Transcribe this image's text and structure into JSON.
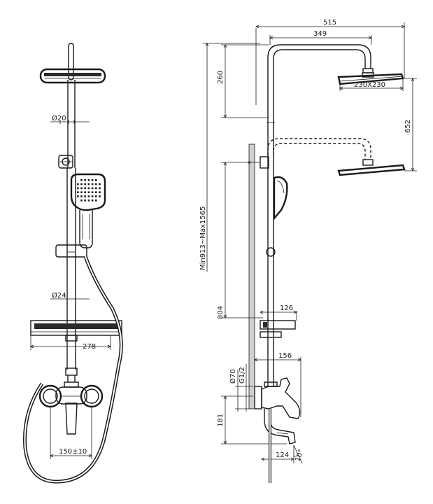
{
  "front_view": {
    "dims": {
      "top_pipe_dia": "Ø20",
      "lower_pipe_dia": "Ø24",
      "shelf_width": "278",
      "mixer_centers": "150±10"
    }
  },
  "side_view": {
    "dims": {
      "overall_reach": "515",
      "arm_reach": "349",
      "head_drop": "260",
      "head_size": "230X230",
      "slide_range": "652",
      "total_height": "Min913~Max1565",
      "shelf_height": "804",
      "shelf_depth": "126",
      "mixer_depth": "156",
      "wall_flange_dia": "Ø70",
      "thread": "G1/2",
      "spout_height": "181",
      "spout_reach": "124",
      "spout_angle": "10°"
    }
  }
}
